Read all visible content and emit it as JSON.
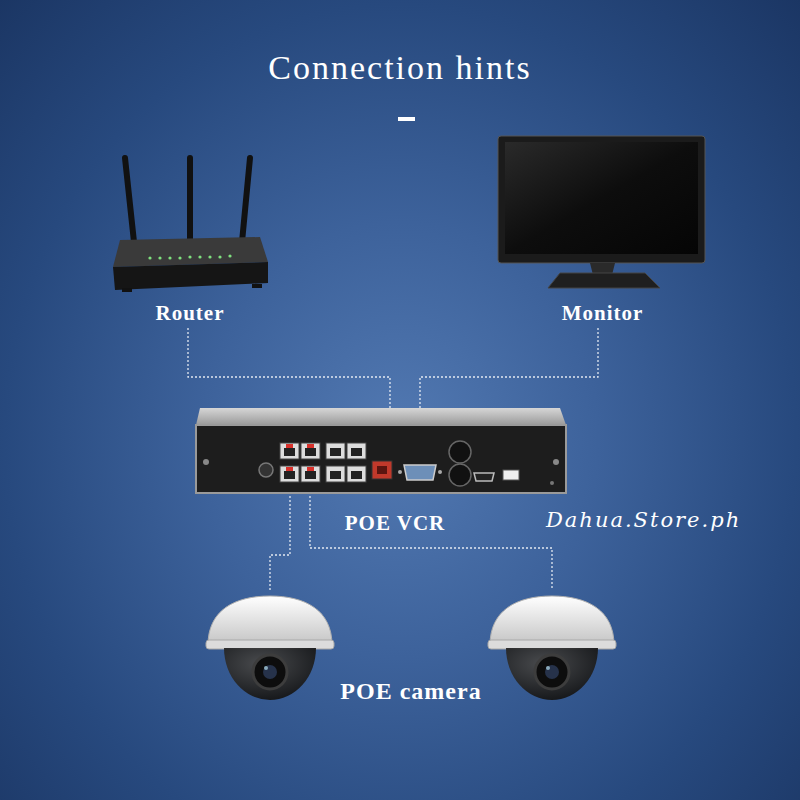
{
  "diagram": {
    "title": "Connection hints",
    "nodes": [
      {
        "text": [
          "Router"
        ]
      },
      {
        "text": [
          "Monitor"
        ]
      },
      {
        "text": [
          "POE VCR"
        ]
      },
      {
        "text": []
      },
      {
        "text": []
      }
    ],
    "edges": [
      {
        "from": 0,
        "to": 2,
        "arrow": "none"
      },
      {
        "from": 1,
        "to": 2,
        "arrow": "none"
      },
      {
        "from": 2,
        "to": 3,
        "arrow": "none"
      },
      {
        "from": 2,
        "to": 4,
        "arrow": "none"
      }
    ],
    "labels": [
      "Dahua.Store.ph",
      "POE camera"
    ]
  }
}
